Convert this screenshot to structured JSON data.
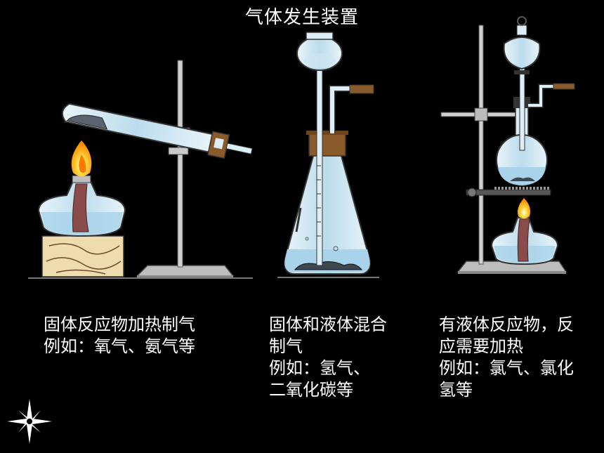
{
  "title": "气体发生装置",
  "captions": [
    {
      "lines": [
        "固体反应物加热制气",
        "例如：氧气、氨气等"
      ]
    },
    {
      "lines": [
        "固体和液体混合",
        "制气",
        "例如：氢气、",
        "二氧化碳等"
      ]
    },
    {
      "lines": [
        "有液体反应物，反",
        "应需要加热",
        "例如：氯气、氯化",
        "氢等"
      ]
    }
  ],
  "colors": {
    "background": "#000000",
    "glass": "#cfe6f2",
    "liquid": "#a9d3ea",
    "wood": "#efdcae",
    "rubber": "#8b5a2b",
    "wick": "#8a4b4b",
    "flame": "#ffb000",
    "metal": "#cfcfcf"
  },
  "icons": [
    "compass-star-icon"
  ]
}
